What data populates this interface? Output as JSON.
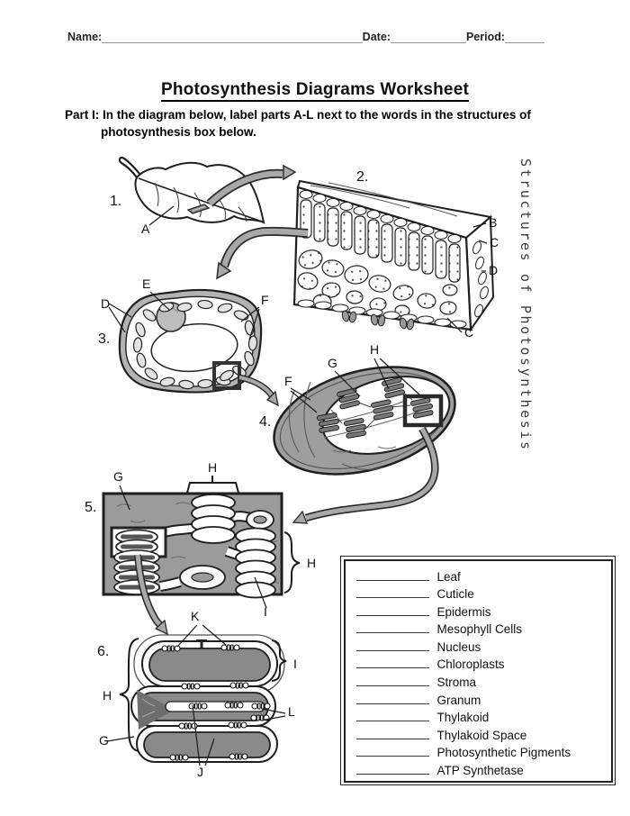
{
  "header": {
    "name_label": "Name:",
    "date_label": "Date:",
    "period_label": "Period:"
  },
  "title": "Photosynthesis Diagrams Worksheet",
  "instructions": {
    "line1": "Part I: In the diagram below, label parts A-L next to the words in the structures of",
    "line2": "photosynthesis box below."
  },
  "sidebar_vertical_text": "Structures of Photosynthesis",
  "diagrams": [
    {
      "number": "1.",
      "labels": [
        "A"
      ]
    },
    {
      "number": "2.",
      "labels": [
        "B",
        "C",
        "D",
        "C"
      ]
    },
    {
      "number": "3.",
      "labels": [
        "D",
        "E",
        "F"
      ]
    },
    {
      "number": "4.",
      "labels": [
        "F",
        "G",
        "H"
      ]
    },
    {
      "number": "5.",
      "labels": [
        "G",
        "H",
        "H",
        "I"
      ]
    },
    {
      "number": "6.",
      "labels": [
        "K",
        "I",
        "H",
        "L",
        "G",
        "J"
      ]
    }
  ],
  "word_box": {
    "terms": [
      "Leaf",
      "Cuticle",
      "Epidermis",
      "Mesophyll Cells",
      "Nucleus",
      "Chloroplasts",
      "Stroma",
      "Granum",
      "Thylakoid",
      "Thylakoid Space",
      "Photosynthetic Pigments",
      "ATP Synthetase"
    ]
  },
  "colors": {
    "ink": "#1c1c1c",
    "arrow_gray": "#a8a8a8",
    "stroma_gray": "#9b9b9b",
    "sidebar_text": "#3a3a3a"
  }
}
